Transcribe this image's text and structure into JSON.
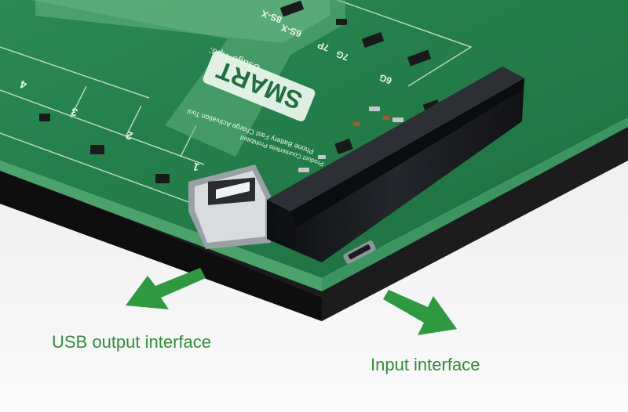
{
  "captions": {
    "usb_output": "USB output interface",
    "input": "Input interface"
  },
  "board": {
    "logo": "SMART",
    "heading": "Usage Tips:",
    "slot_numbers": [
      "1",
      "2",
      "3",
      "4"
    ],
    "model_labels": [
      "6G",
      "7G",
      "7P",
      "6S-X",
      "8S-X"
    ],
    "description_line1": "Phone Battery Fast Charge Activation Tool",
    "description_line2": "Product Counterfeits Prohibited"
  },
  "colors": {
    "pcb_green": "#1f7a45",
    "pcb_dark": "#0f4a2a",
    "connector_black": "#15171a",
    "arrow_green": "#2e9a3f",
    "caption_green": "#2f8f3a",
    "background": "#f4f4f4"
  }
}
